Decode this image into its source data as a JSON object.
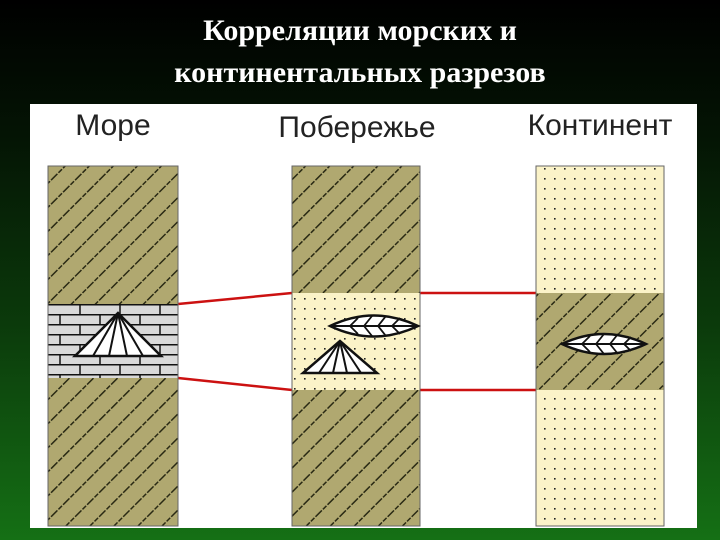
{
  "title": {
    "line1": "Корреляции морских и",
    "line2": "континентальных разрезов"
  },
  "columns": [
    {
      "label": "Море",
      "upper": "hatched",
      "middle": "brick-limestone",
      "lower": "hatched",
      "fossils": [
        "shell-fossil"
      ]
    },
    {
      "label": "Побережье",
      "upper": "hatched",
      "middle": "dotted-sand",
      "lower": "hatched",
      "fossils": [
        "leaf-fossil",
        "shell-fossil"
      ]
    },
    {
      "label": "Континент",
      "upper": "dotted-sand",
      "middle": "hatched",
      "lower": "dotted-sand",
      "fossils": [
        "leaf-fossil"
      ]
    }
  ],
  "colors": {
    "hatch_fill": "#b0a870",
    "sand_fill": "#fbf3c8",
    "brick_fill": "#d9d9d9",
    "correlation_line": "#cc1111",
    "title_text": "#ffffff"
  }
}
